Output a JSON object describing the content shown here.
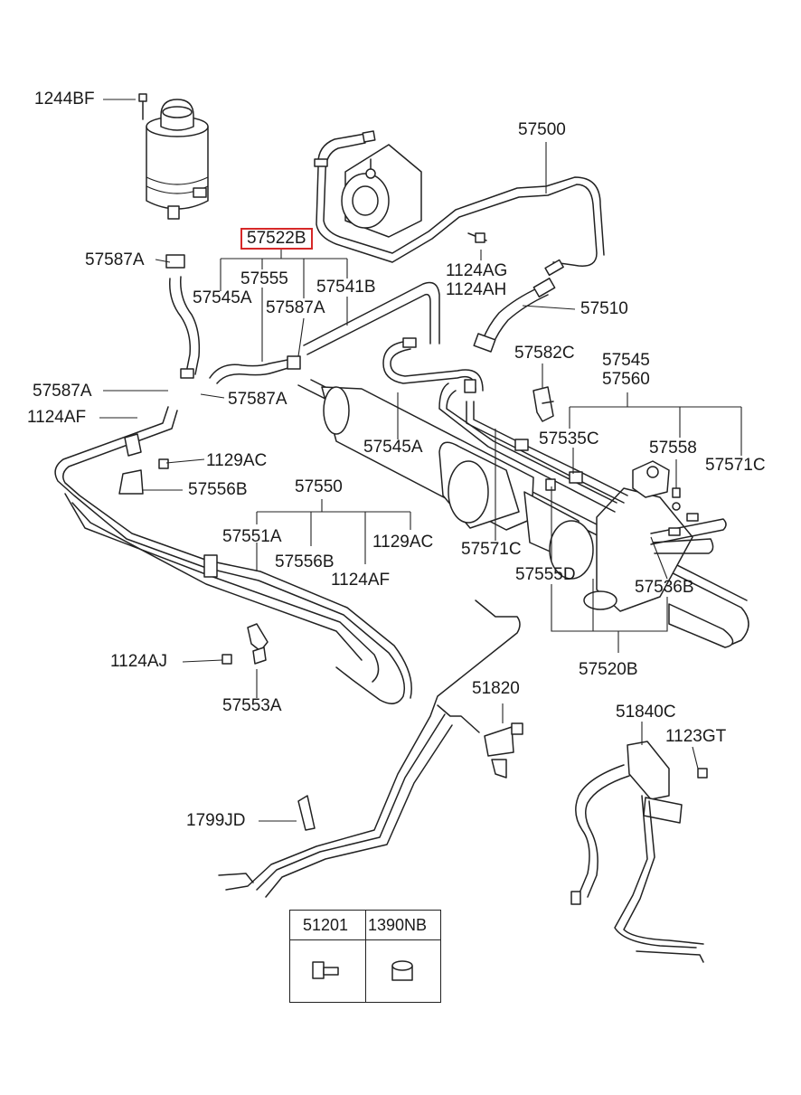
{
  "diagram": {
    "highlight_color": "#d62828",
    "highlighted_part": "57522B",
    "labels": {
      "l1244BF": "1244BF",
      "l57500": "57500",
      "l57522B": "57522B",
      "l57587A_top": "57587A",
      "l57555": "57555",
      "l57541B": "57541B",
      "l57545A_left": "57545A",
      "l57587A_mid": "57587A",
      "l1124AG": "1124AG",
      "l1124AH": "1124AH",
      "l57510": "57510",
      "l57582C": "57582C",
      "l57545": "57545",
      "l57560": "57560",
      "l57587A_left": "57587A",
      "l57587A_right": "57587A",
      "l1124AF_top": "1124AF",
      "l57545A_mid": "57545A",
      "l57535C": "57535C",
      "l57558": "57558",
      "l57571C_right": "57571C",
      "l1129AC_top": "1129AC",
      "l57556B_top": "57556B",
      "l57550": "57550",
      "l57551A": "57551A",
      "l57556B_mid": "57556B",
      "l1129AC_mid": "1129AC",
      "l1124AF_mid": "1124AF",
      "l57571C_mid": "57571C",
      "l57555D": "57555D",
      "l57536B": "57536B",
      "l57520B": "57520B",
      "l1124AJ": "1124AJ",
      "l57553A": "57553A",
      "l51820": "51820",
      "l51840C": "51840C",
      "l1123GT": "1123GT",
      "l1799JD": "1799JD"
    },
    "table": {
      "col1": "51201",
      "col2": "1390NB"
    }
  }
}
